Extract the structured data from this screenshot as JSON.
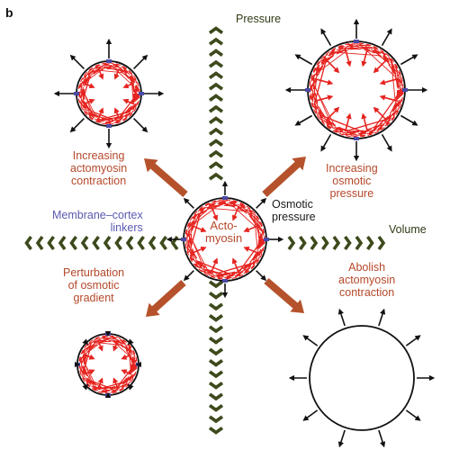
{
  "panel_label": "b",
  "axes": {
    "pressure_label": "Pressure",
    "volume_label": "Volume"
  },
  "labels": {
    "increasing_contraction": "Increasing\nactomyosin\ncontraction",
    "increasing_osmotic": "Increasing\nosmotic\npressure",
    "linkers": "Membrane–cortex\nlinkers",
    "actomyosin": "Acto-\nmyosin",
    "osmotic_pressure": "Osmotic\npressure",
    "perturbation": "Perturbation\nof osmotic\ngradient",
    "abolish": "Abolish\nactomyosin\ncontraction"
  },
  "colors": {
    "cortex": "#e5231f",
    "membrane": "#111111",
    "linker": "#4b4ba6",
    "chevron": "#3d4a1c",
    "transition_arrow": "#b5522b",
    "label_brown": "#b5482a",
    "label_blue": "#5a5ab0"
  }
}
